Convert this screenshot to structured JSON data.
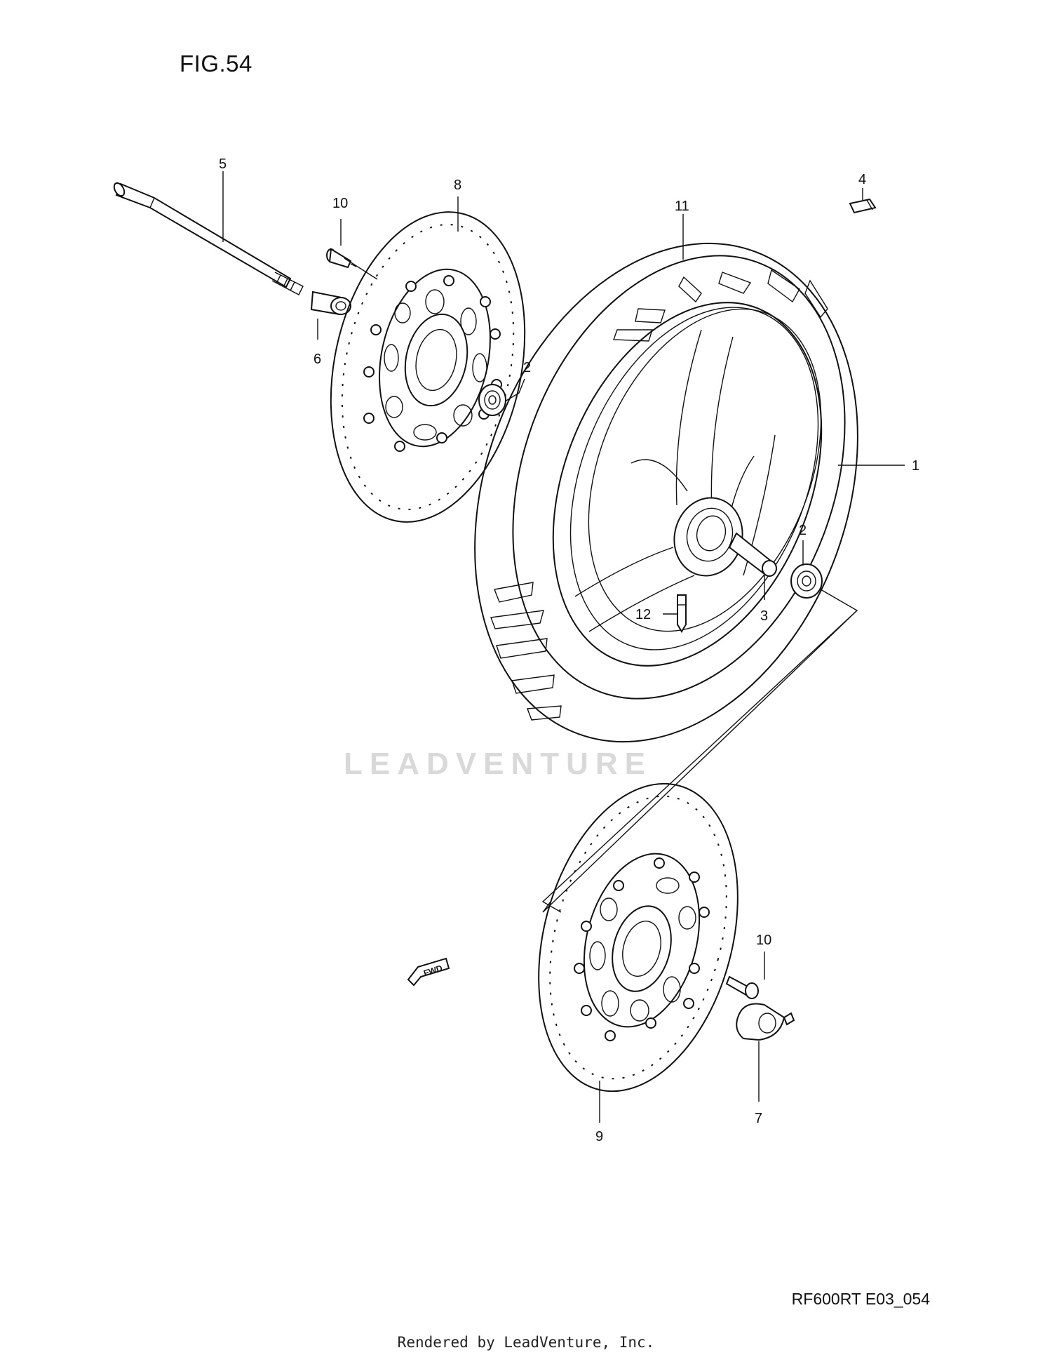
{
  "figure": {
    "title": "FIG.54"
  },
  "callouts": [
    {
      "id": "1",
      "label": "1"
    },
    {
      "id": "2a",
      "label": "2"
    },
    {
      "id": "2b",
      "label": "2"
    },
    {
      "id": "3",
      "label": "3"
    },
    {
      "id": "4",
      "label": "4"
    },
    {
      "id": "5",
      "label": "5"
    },
    {
      "id": "6",
      "label": "6"
    },
    {
      "id": "7",
      "label": "7"
    },
    {
      "id": "8",
      "label": "8"
    },
    {
      "id": "9",
      "label": "9"
    },
    {
      "id": "10a",
      "label": "10"
    },
    {
      "id": "10b",
      "label": "10"
    },
    {
      "id": "11",
      "label": "11"
    },
    {
      "id": "12",
      "label": "12"
    }
  ],
  "watermark": "LEADVENTURE",
  "fwd_label": "FWD",
  "catalog_code": "RF600RT E03_054",
  "footer": "Rendered by LeadVenture, Inc."
}
